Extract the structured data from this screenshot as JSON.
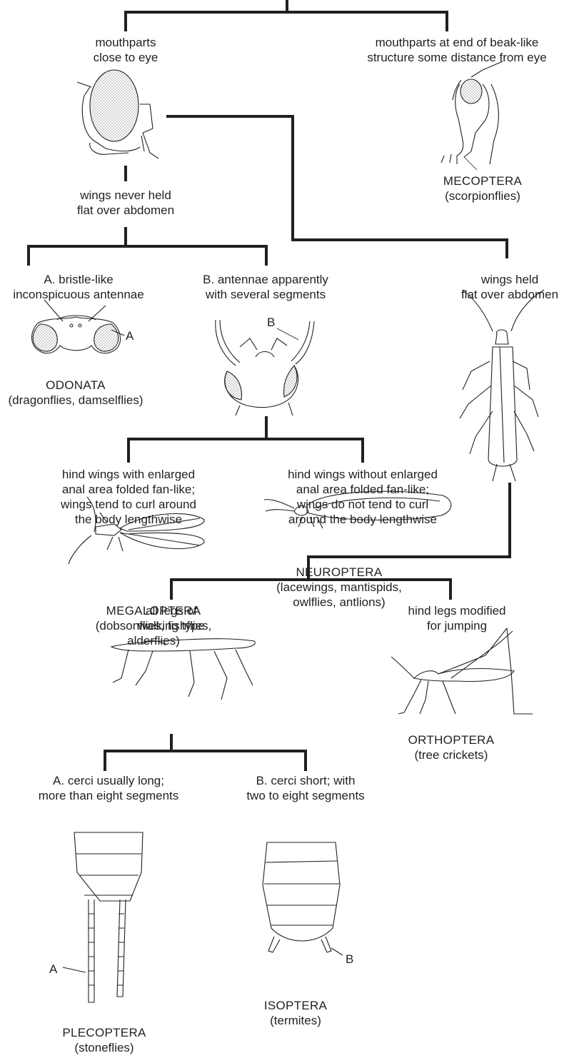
{
  "nodes": {
    "mouthparts_close": [
      "mouthparts",
      "close to eye"
    ],
    "mouthparts_beak": [
      "mouthparts at end of beak-like",
      "structure some distance from eye"
    ],
    "wings_never_flat": [
      "wings never held",
      "flat over abdomen"
    ],
    "bristle_antennae": [
      "A. bristle-like",
      "inconspicuous antennae"
    ],
    "segmented_antennae": [
      "B. antennae apparently",
      "with several segments"
    ],
    "wings_flat": [
      "wings held",
      "flat over abdomen"
    ],
    "hind_enlarged": [
      "hind wings with enlarged",
      "anal area folded fan-like;",
      "wings tend to curl around",
      "the body lengthwise"
    ],
    "hind_not_enlarged": [
      "hind wings without enlarged",
      "anal area folded fan-like;",
      "wings do not tend to curl",
      "around the body lengthwise"
    ],
    "walking_legs": [
      "all legs of",
      "walking type"
    ],
    "jumping_legs": [
      "hind legs modified",
      "for jumping"
    ],
    "cerci_long": [
      "A. cerci usually long;",
      "more than eight segments"
    ],
    "cerci_short": [
      "B. cerci short; with",
      "two to eight segments"
    ]
  },
  "orders": {
    "mecoptera": {
      "name": "MECOPTERA",
      "common": [
        "(scorpionflies)"
      ]
    },
    "odonata": {
      "name": "ODONATA",
      "common": [
        "(dragonflies, damselflies)"
      ]
    },
    "megaloptera": {
      "name": "MEGALOPTERA",
      "common": [
        "(dobsonflies, fishflies,",
        "alderflies)"
      ]
    },
    "neuroptera": {
      "name": "NEUROPTERA",
      "common": [
        "(lacewings, mantispids,",
        "owlflies, antlions)"
      ]
    },
    "orthoptera": {
      "name": "ORTHOPTERA",
      "common": [
        "(tree crickets)"
      ]
    },
    "plecoptera": {
      "name": "PLECOPTERA",
      "common": [
        "(stoneflies)"
      ]
    },
    "isoptera": {
      "name": "ISOPTERA",
      "common": [
        "(termites)"
      ]
    }
  },
  "callouts": {
    "odonata_a": "A",
    "antennae_b": "B",
    "plecoptera_a": "A",
    "isoptera_b": "B"
  },
  "colors": {
    "line": "#231f20",
    "stipple": "#9a9a9a"
  }
}
